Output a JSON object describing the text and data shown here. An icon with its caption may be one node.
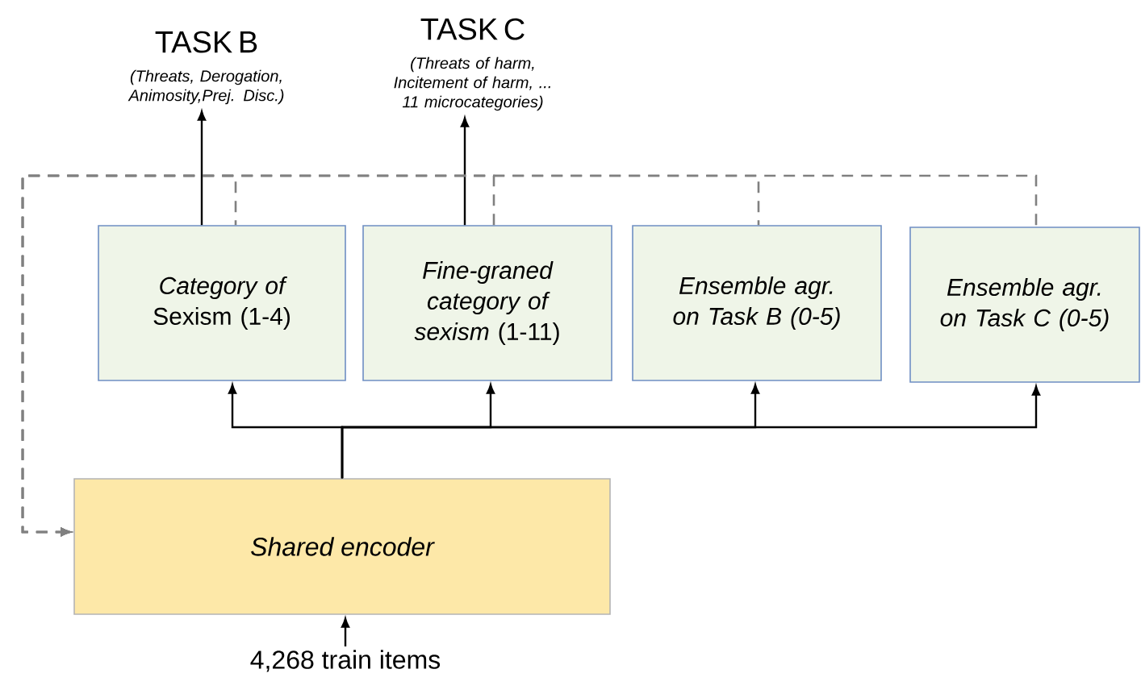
{
  "diagram": {
    "nodes": [
      {
        "text": [
          "TASK B",
          "(Threats, Derogation, Animosity,Prej. Disc.)"
        ]
      },
      {
        "text": [
          "TASK C",
          "(Threats of harm, Incitement of harm, ... 11 microcategories)"
        ]
      },
      {
        "text": [
          "*Category of* Sexism (1-4)"
        ]
      },
      {
        "text": [
          "*Fine-graned category of sexism* (1-11)"
        ]
      },
      {
        "text": [
          "Ensemble agr. on Task B (0-5)"
        ]
      },
      {
        "text": [
          "Ensemble agr. on Task C (0-5)"
        ]
      },
      {
        "text": [
          "Shared encoder"
        ]
      },
      {
        "text": [
          "4,268 train items"
        ]
      }
    ],
    "edges": [
      {
        "from": 7,
        "to": 6,
        "arrow": "to"
      },
      {
        "from": 6,
        "to": 2,
        "arrow": "to"
      },
      {
        "from": 6,
        "to": 3,
        "arrow": "to"
      },
      {
        "from": 6,
        "to": 4,
        "arrow": "to"
      },
      {
        "from": 6,
        "to": 5,
        "arrow": "to"
      },
      {
        "from": 2,
        "to": 0,
        "arrow": "to"
      },
      {
        "from": 3,
        "to": 1,
        "arrow": "to"
      },
      {
        "from": 2,
        "to": 6,
        "arrow": "to",
        "style": "dashed",
        "color": "#808080"
      },
      {
        "from": 3,
        "to": 6,
        "arrow": "to",
        "style": "dashed",
        "color": "#808080"
      },
      {
        "from": 4,
        "to": 6,
        "arrow": "to",
        "style": "dashed",
        "color": "#808080"
      },
      {
        "from": 5,
        "to": 6,
        "arrow": "to",
        "style": "dashed",
        "color": "#808080"
      }
    ]
  }
}
